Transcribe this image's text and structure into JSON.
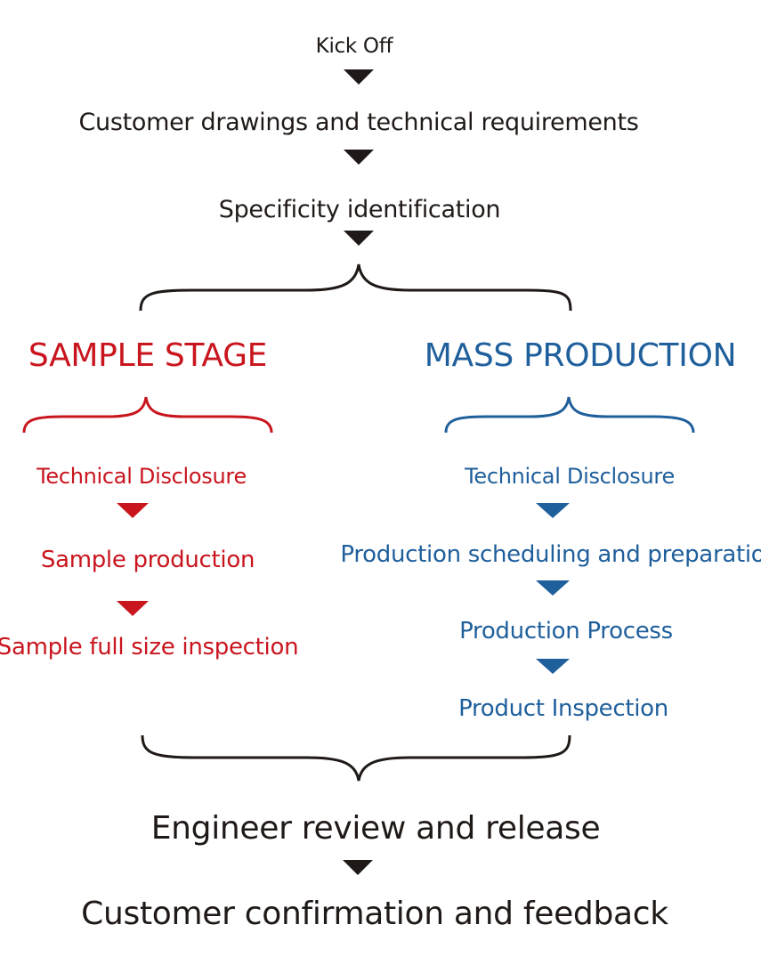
{
  "colors": {
    "dark": "#1f1a17",
    "red": "#c9151e",
    "blue": "#1f5f9c"
  },
  "flow": {
    "kickoff": "Kick Off",
    "drawings": "Customer drawings and technical requirements",
    "specificity": "Specificity identification",
    "review": "Engineer review and release",
    "confirmation": "Customer confirmation and feedback"
  },
  "sample": {
    "heading": "SAMPLE STAGE",
    "steps": [
      "Technical Disclosure",
      "Sample production",
      "Sample full size inspection"
    ]
  },
  "mass": {
    "heading": "MASS PRODUCTION",
    "steps": [
      "Technical Disclosure",
      "Production scheduling and preparation",
      "Production Process",
      "Product Inspection"
    ]
  }
}
